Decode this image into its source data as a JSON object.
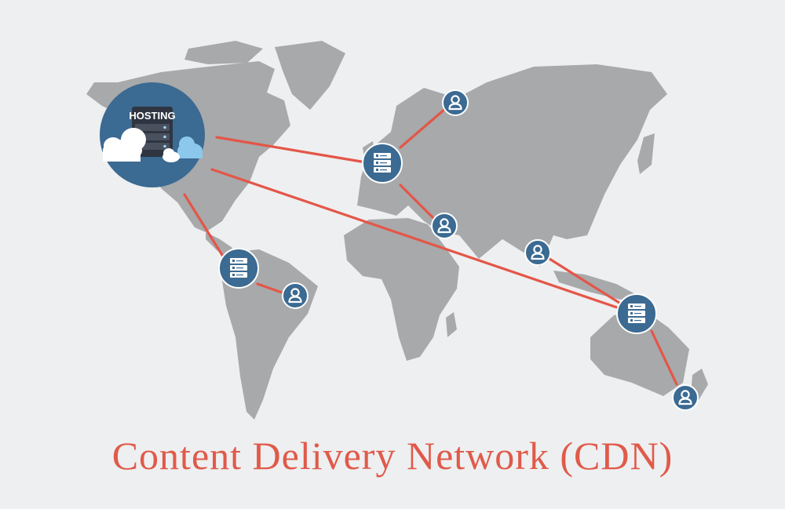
{
  "diagram": {
    "title": "Content Delivery Network (CDN)",
    "origin_server": {
      "label": "HOSTING",
      "icon": "hosting-server-cloud-icon"
    },
    "edge_server_icon": "server-rack-icon",
    "user_icon": "user-icon",
    "edge_servers": [
      "europe",
      "south-america",
      "australia"
    ],
    "users": [
      "russia",
      "middle-east",
      "brazil",
      "india",
      "new-zealand"
    ]
  },
  "colors": {
    "background": "#eeeff0",
    "land": "#a7a9ab",
    "node": "#3b6a92",
    "link": "#e45648",
    "title": "#e05a4a"
  }
}
